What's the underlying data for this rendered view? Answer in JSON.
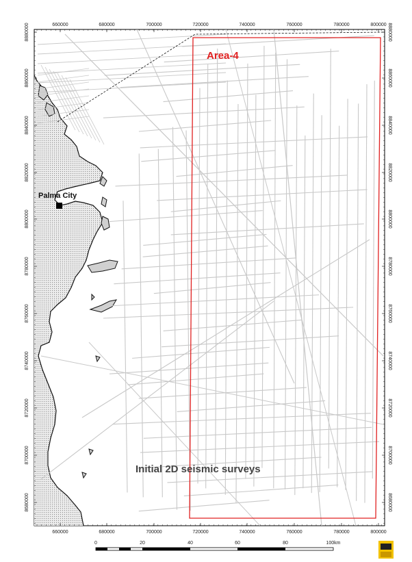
{
  "map": {
    "area_label": "Area-4",
    "city_label": "Palma City",
    "survey_label": "Initial 2D seismic surveys",
    "x_ticks": [
      "660000",
      "680000",
      "700000",
      "720000",
      "740000",
      "760000",
      "780000",
      "800000"
    ],
    "y_ticks": [
      "8860000",
      "8840000",
      "8820000",
      "8800000",
      "8780000",
      "8760000",
      "8740000",
      "8720000",
      "8700000",
      "8680000"
    ],
    "y_ticks_left": [
      "8880000",
      "8860000",
      "8840000",
      "8820000",
      "8800000",
      "8780000",
      "8760000",
      "8740000",
      "8720000",
      "8700000",
      "8680000"
    ],
    "y_ticks_right": [
      "8880000",
      "8860000",
      "8840000",
      "8820000",
      "8800000",
      "8780000",
      "8760000",
      "8740000",
      "8720000",
      "8700000",
      "8680000"
    ],
    "scale_labels": [
      "0",
      "20",
      "40",
      "60",
      "80",
      "100km"
    ],
    "colors": {
      "area_outline": "#e02020",
      "seismic_lines": "#c8c8c8",
      "coast": "#111111",
      "land_fill": "#d9d9d9"
    }
  }
}
